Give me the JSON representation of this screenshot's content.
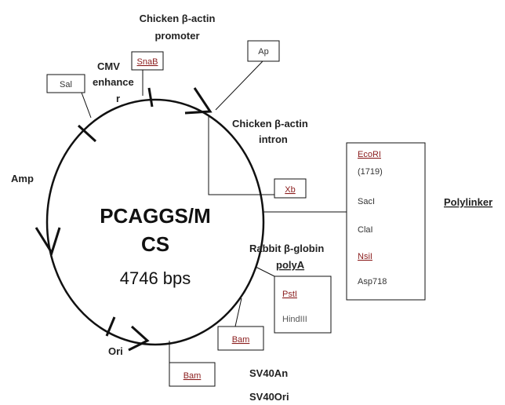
{
  "plasmid": {
    "name_line1": "PCAGGS/M",
    "name_line2": "CS",
    "size": "4746 bps"
  },
  "labels": {
    "chicken_promoter_1": "Chicken β-actin",
    "chicken_promoter_2": "promoter",
    "cmv_1": "CMV",
    "cmv_2": "enhance",
    "cmv_3": "r",
    "chicken_intron_1": "Chicken β-actin",
    "chicken_intron_2": "intron",
    "amp": "Amp",
    "rabbit_1": "Rabbit β-globin",
    "rabbit_2": "polyA",
    "ori": "Ori",
    "polylinker": "Polylinker",
    "sv40an": "SV40An",
    "sv40ori": "SV40Ori"
  },
  "sites": {
    "snab": "SnaB",
    "ap": "Ap",
    "sal": "Sal",
    "xb": "Xb",
    "bam1": "Bam",
    "bam2": "Bam",
    "psti": "PstI",
    "hindiii": "HindIII"
  },
  "polylinker_sites": {
    "ecori": "EcoRI",
    "ecori_pos": "(1719)",
    "saci": "SacI",
    "clai": "ClaI",
    "nsii": "NsiI",
    "asp718": "Asp718"
  }
}
